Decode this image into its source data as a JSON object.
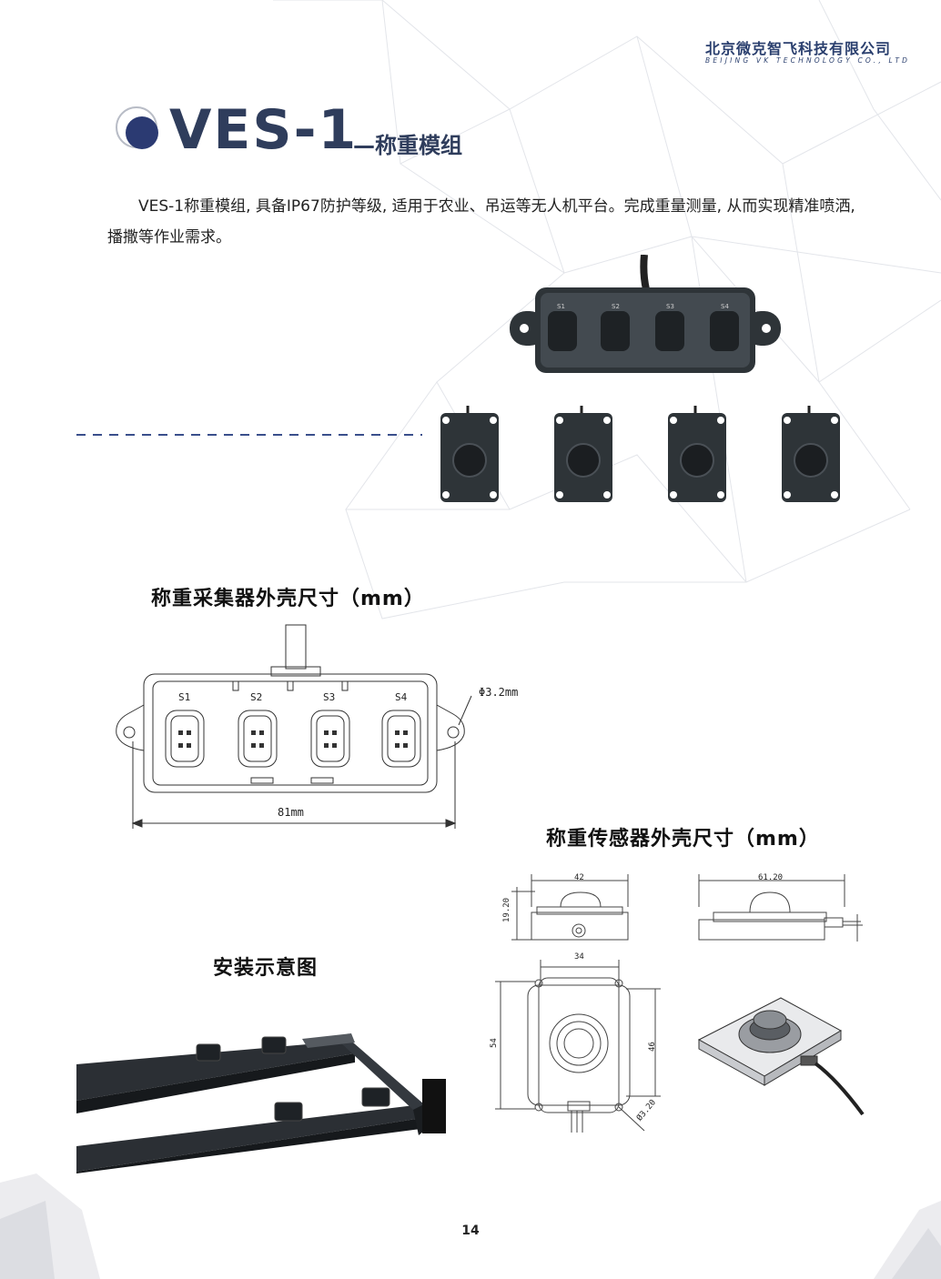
{
  "header": {
    "company_cn": "北京微克智飞科技有限公司",
    "company_en": "BEIJING VK TECHNOLOGY CO., LTD"
  },
  "title": {
    "main": "VES-1",
    "sub": "—称重模组"
  },
  "intro": "VES-1称重模组, 具备IP67防护等级, 适用于农业、吊运等无人机平台。完成重量测量, 从而实现精准喷洒, 播撒等作业需求。",
  "product": {
    "ports": [
      "S1",
      "S2",
      "S3",
      "S4"
    ]
  },
  "collector_drawing": {
    "title": "称重采集器外壳尺寸（mm）",
    "ports": [
      "S1",
      "S2",
      "S3",
      "S4"
    ],
    "hole_label": "Φ3.2mm",
    "width_label": "81mm"
  },
  "sensor_drawing": {
    "title": "称重传感器外壳尺寸（mm）",
    "front_width": "42",
    "front_height": "19.20",
    "side_width": "61.20",
    "top_inner_width": "34",
    "top_outer_height": "54",
    "top_inner_height": "46",
    "hole_label": "Ø3.20"
  },
  "install": {
    "title": "安装示意图"
  },
  "footer": {
    "page_number": "14"
  },
  "colors": {
    "brand_navy": "#2f3d5c",
    "company_blue": "#2a3f6e",
    "dash_blue": "#3a4f8c"
  }
}
